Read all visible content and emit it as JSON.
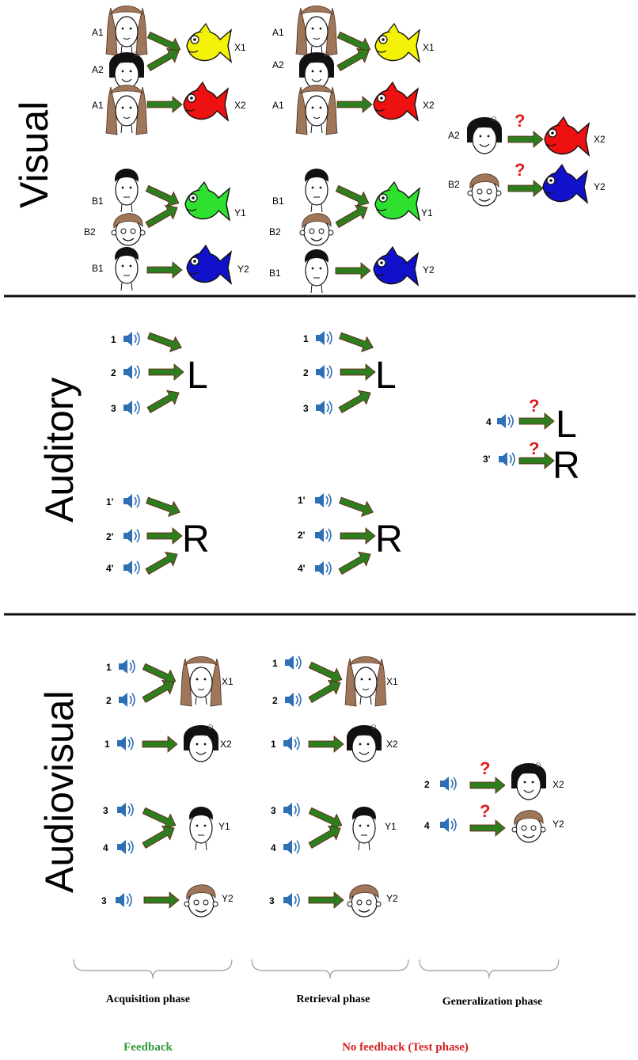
{
  "sections": {
    "visual": "Visual",
    "auditory": "Auditory",
    "audiovisual": "Audiovisual"
  },
  "labels": {
    "a1": "A1",
    "a2": "A2",
    "b1": "B1",
    "b2": "B2",
    "x1": "X1",
    "x2": "X2",
    "y1": "Y1",
    "y2": "Y2",
    "n1": "1",
    "n2": "2",
    "n3": "3",
    "n4": "4",
    "p1": "1'",
    "p2": "2'",
    "p3": "3'",
    "p4": "4'",
    "L": "L",
    "R": "R",
    "q": "?"
  },
  "phases": {
    "acquisition": "Acquisition phase",
    "retrieval": "Retrieval phase",
    "generalization": "Generalization phase"
  },
  "feedback": {
    "yes": "Feedback",
    "no": "No feedback (Test phase)"
  },
  "colors": {
    "arrow": "#2e7d1e",
    "arrow_tip": "#8b1a1a",
    "speaker": "#2e6fb5",
    "question": "#e01b1b",
    "feedback": "#2f9a3a",
    "no_feedback": "#d42020",
    "fish_yellow": "#f5f20a",
    "fish_red": "#ee1111",
    "fish_green": "#2fe02f",
    "fish_blue": "#1111cc",
    "hair_brown": "#a0765a",
    "hair_black": "#111111"
  }
}
